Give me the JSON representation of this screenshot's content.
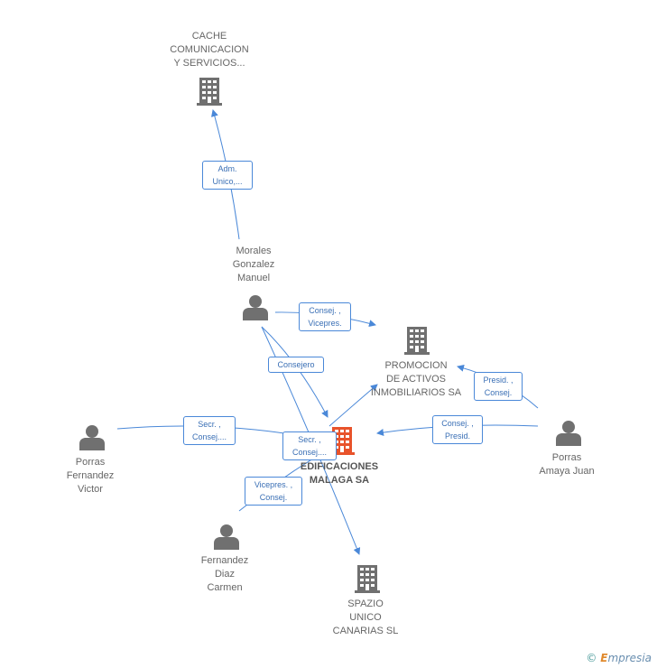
{
  "nodes": {
    "cache": {
      "lines": [
        "CACHE",
        "COMUNICACION",
        "Y SERVICIOS..."
      ]
    },
    "morales": {
      "lines": [
        "Morales",
        "Gonzalez",
        "Manuel"
      ]
    },
    "promocion": {
      "lines": [
        "PROMOCION",
        "DE ACTIVOS",
        "INMOBILIARIOS SA"
      ]
    },
    "porras_victor": {
      "lines": [
        "Porras",
        "Fernandez",
        "Victor"
      ]
    },
    "edificaciones": {
      "lines": [
        "EDIFICACIONES",
        "MALAGA SA"
      ]
    },
    "porras_juan": {
      "lines": [
        "Porras",
        "Amaya Juan"
      ]
    },
    "fernandez": {
      "lines": [
        "Fernandez",
        "Diaz",
        "Carmen"
      ]
    },
    "spazio": {
      "lines": [
        "SPAZIO",
        "UNICO",
        "CANARIAS SL"
      ]
    }
  },
  "edges": {
    "e1": [
      "Adm.",
      "Unico,..."
    ],
    "e2": [
      "Consej. ,",
      "Vicepres."
    ],
    "e3": [
      "Consejero"
    ],
    "e4": [
      "Presid. ,",
      "Consej."
    ],
    "e5": [
      "Secr. ,",
      "Consej...."
    ],
    "e6": [
      "Consej. ,",
      "Presid."
    ],
    "e7": [
      "Secr. ,",
      "Consej...."
    ],
    "e8": [
      "Vicepres. ,",
      "Consej."
    ]
  },
  "colors": {
    "edge": "#4a88d8",
    "company": "#707070",
    "main_company": "#e8532b",
    "person": "#707070"
  },
  "footer": {
    "copyright": "©",
    "brand_first": "E",
    "brand_rest": "mpresia"
  }
}
